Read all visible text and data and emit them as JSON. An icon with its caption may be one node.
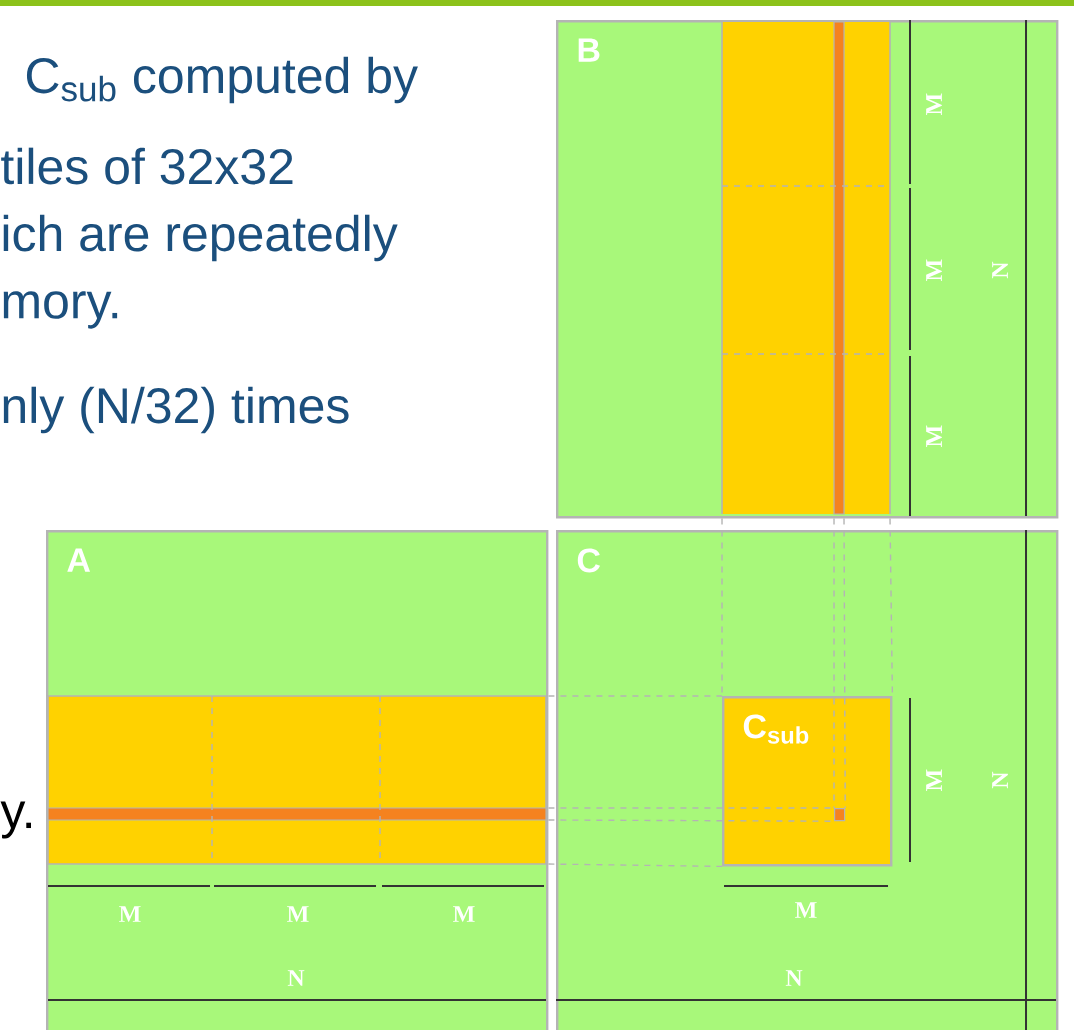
{
  "diagram": {
    "nodes": [
      {
        "text": [
          "B"
        ]
      },
      {
        "text": [
          "A"
        ]
      },
      {
        "text": [
          "C"
        ]
      },
      {
        "text": [
          "C$_{sub}$"
        ],
        "in": 2
      },
      {
        "text": [],
        "shape": "box",
        "in": 3
      }
    ],
    "edges": [
      {
        "from": 0,
        "to": 3,
        "arrow": "none",
        "style": "dashed"
      },
      {
        "from": 0,
        "to": 3,
        "arrow": "none",
        "style": "dashed"
      },
      {
        "from": 0,
        "to": 4,
        "arrow": "none",
        "style": "dashed"
      },
      {
        "from": 0,
        "to": 4,
        "arrow": "none",
        "style": "dashed"
      },
      {
        "from": 1,
        "to": 3,
        "arrow": "none",
        "style": "dashed"
      },
      {
        "from": 1,
        "to": 3,
        "arrow": "none",
        "style": "dashed"
      },
      {
        "from": 1,
        "to": 4,
        "arrow": "none",
        "style": "dashed"
      },
      {
        "from": 1,
        "to": 4,
        "arrow": "none",
        "style": "dashed"
      }
    ],
    "labels": [
      "C$_{sub}$ computed by",
      "tiles of 32x32",
      "ich are repeatedly",
      "mory.",
      "nly (N/32) times",
      "M",
      "M",
      "M",
      "N",
      "y.",
      "M",
      "M",
      "M",
      "N",
      "M",
      "N",
      "M",
      "N"
    ]
  }
}
